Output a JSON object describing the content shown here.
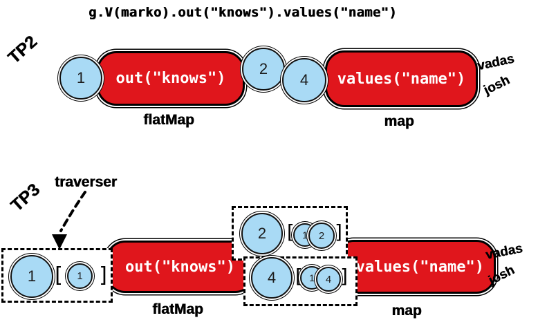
{
  "colors": {
    "step_red": "#e0161c",
    "traverser_blue": "#a9daf5"
  },
  "title": "g.V(marko).out(\"knows\").values(\"name\")",
  "tp2": {
    "section_label": "TP2",
    "input_traverser": "1",
    "flatmap_step": "out(\"knows\")",
    "output_traverser_top": "2",
    "output_traverser_bottom": "4",
    "map_step": "values(\"name\")",
    "result_top": "vadas",
    "result_bottom": "josh",
    "flatmap_caption": "flatMap",
    "map_caption": "map"
  },
  "tp3": {
    "section_label": "TP3",
    "traverser_callout": "traverser",
    "bracket_open": "[",
    "bracket_close": "]",
    "input": {
      "head": "1",
      "bulk": "1"
    },
    "flatmap_step": "out(\"knows\")",
    "result_top": {
      "head": "2",
      "path_a": "1",
      "path_b": "2"
    },
    "result_bottom": {
      "head": "4",
      "path_a": "1",
      "path_b": "4"
    },
    "map_step": "values(\"name\")",
    "result_label_top": "vadas",
    "result_label_bottom": "josh",
    "flatmap_caption": "flatMap",
    "map_caption": "map"
  }
}
